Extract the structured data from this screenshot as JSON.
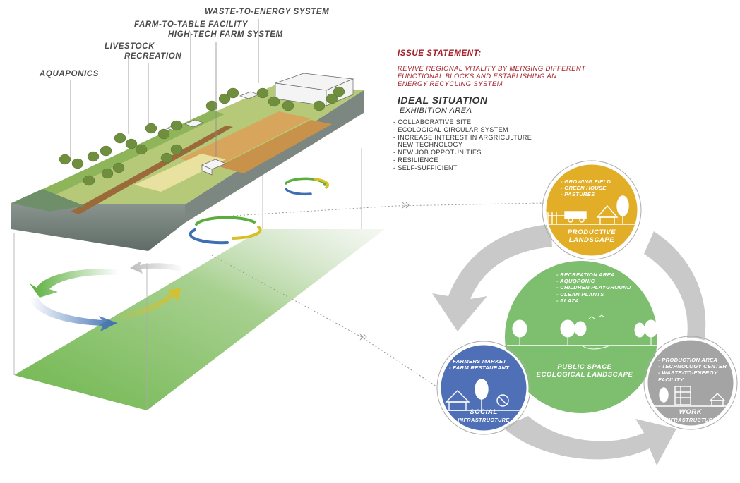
{
  "diagram_labels": {
    "aquaponics": "AQUAPONICS",
    "livestock": "LIVESTOCK",
    "recreation": "RECREATION",
    "farm_to_table": "FARM-TO-TABLE FACILITY",
    "high_tech_farm": "HIGH-TECH FARM SYSTEM",
    "waste_to_energy": "WASTE-TO-ENERGY SYSTEM"
  },
  "issue": {
    "title": "ISSUE STATEMENT:",
    "text": "REVIVE REGIONAL VITALITY BY MERGING DIFFERENT FUNCTIONAL BLOCKS AND ESTABLISHING AN ENERGY RECYCLING SYSTEM"
  },
  "ideal": {
    "title": "IDEAL SITUATION",
    "subtitle": "EXHIBITION AREA",
    "items": [
      "COLLABORATIVE SITE",
      "ECOLOGICAL CIRCULAR SYSTEM",
      "INCREASE INTEREST IN ARGRICULTURE",
      "NEW TECHNOLOGY",
      "NEW JOB OPPOTUNITIES",
      "RESILIENCE",
      "SELF-SUFFICIENT"
    ]
  },
  "circles": {
    "productive": {
      "items": [
        "GROWING FIELD",
        "GREEN HOUSE",
        "PASTURES"
      ],
      "title1": "PRODUCTIVE",
      "title2": "LANDSCAPE",
      "color": "#e2ae27"
    },
    "public": {
      "items": [
        "RECREATION AREA",
        "AQUQPONIC",
        "CHILDREN PLAYGROUND",
        "CLEAN PLANTS",
        "PLAZA"
      ],
      "title1": "PUBLIC SPACE",
      "title2": "ECOLOGICAL LANDSCAPE",
      "color": "#7dbf6f"
    },
    "social": {
      "items": [
        "FARMERS MARKET",
        "FARM RESTAURANT"
      ],
      "title1": "SOCIAL",
      "title2": "INFRASTRUCTURE",
      "color": "#4f70b7"
    },
    "work": {
      "items": [
        "PRODUCTION AREA",
        "TECHNOLOGY CENTER",
        "WASTE-TO-ENERGY FACILITY"
      ],
      "title1": "WORK",
      "title2": "INFRASTRUCTURE",
      "color": "#a4a4a4"
    }
  },
  "colors": {
    "cycle_arrow": "#c9c9c9",
    "ground": "#7ab85a",
    "arrow_green": "#5aae3c",
    "arrow_blue": "#3f6fb3",
    "arrow_yellow": "#d8bf27",
    "issue_red": "#a3202a"
  }
}
